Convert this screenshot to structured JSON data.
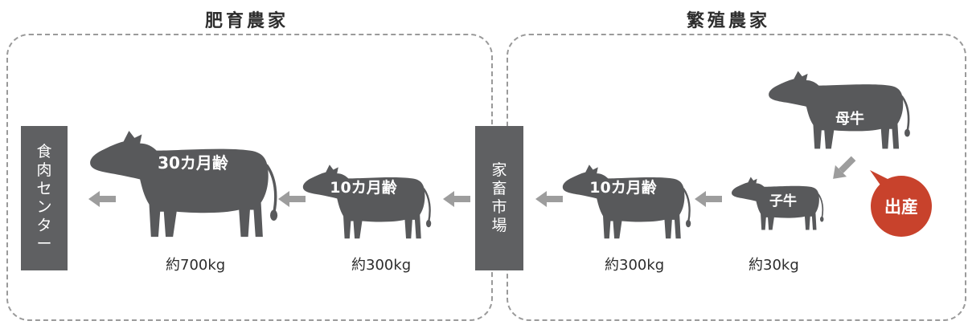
{
  "sections": {
    "fattening": {
      "title": "肥育農家"
    },
    "breeding": {
      "title": "繁殖農家"
    }
  },
  "stations": {
    "meat_center": "食肉センター",
    "livestock_market": "家畜市場"
  },
  "cattle": {
    "cow_30": {
      "label": "30カ月齢",
      "weight": "約700kg"
    },
    "cow_10_fattening": {
      "label": "10カ月齢",
      "weight": "約300kg"
    },
    "cow_10_breeding": {
      "label": "10カ月齢",
      "weight": "約300kg"
    },
    "calf": {
      "label": "子牛",
      "weight": "約30kg"
    },
    "mother": {
      "label": "母牛"
    }
  },
  "birth_badge": "出産",
  "colors": {
    "cow": "#58595b",
    "arrow": "#9d9d9d",
    "badge": "#c8422c",
    "station": "#5f6062",
    "dashed_border": "#9a9a9a"
  }
}
